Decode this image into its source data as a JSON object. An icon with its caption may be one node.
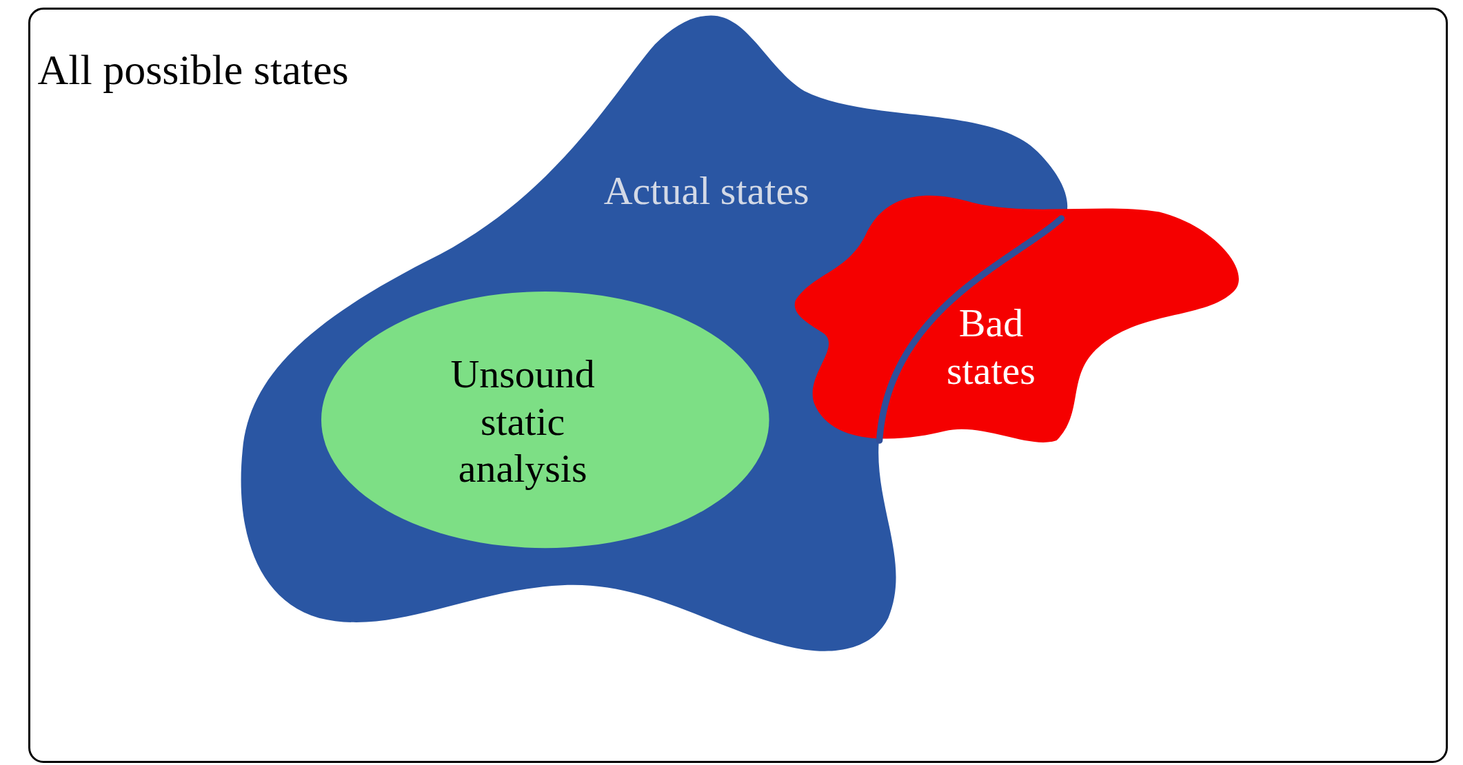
{
  "diagram": {
    "nodes": [
      {
        "text": [
          "All possible states"
        ]
      },
      {
        "text": [
          "Actual states"
        ],
        "in": 0
      },
      {
        "text": [
          "Unsound static analysis"
        ],
        "in": 1
      },
      {
        "text": [
          "Bad states"
        ],
        "in": 0
      }
    ]
  }
}
